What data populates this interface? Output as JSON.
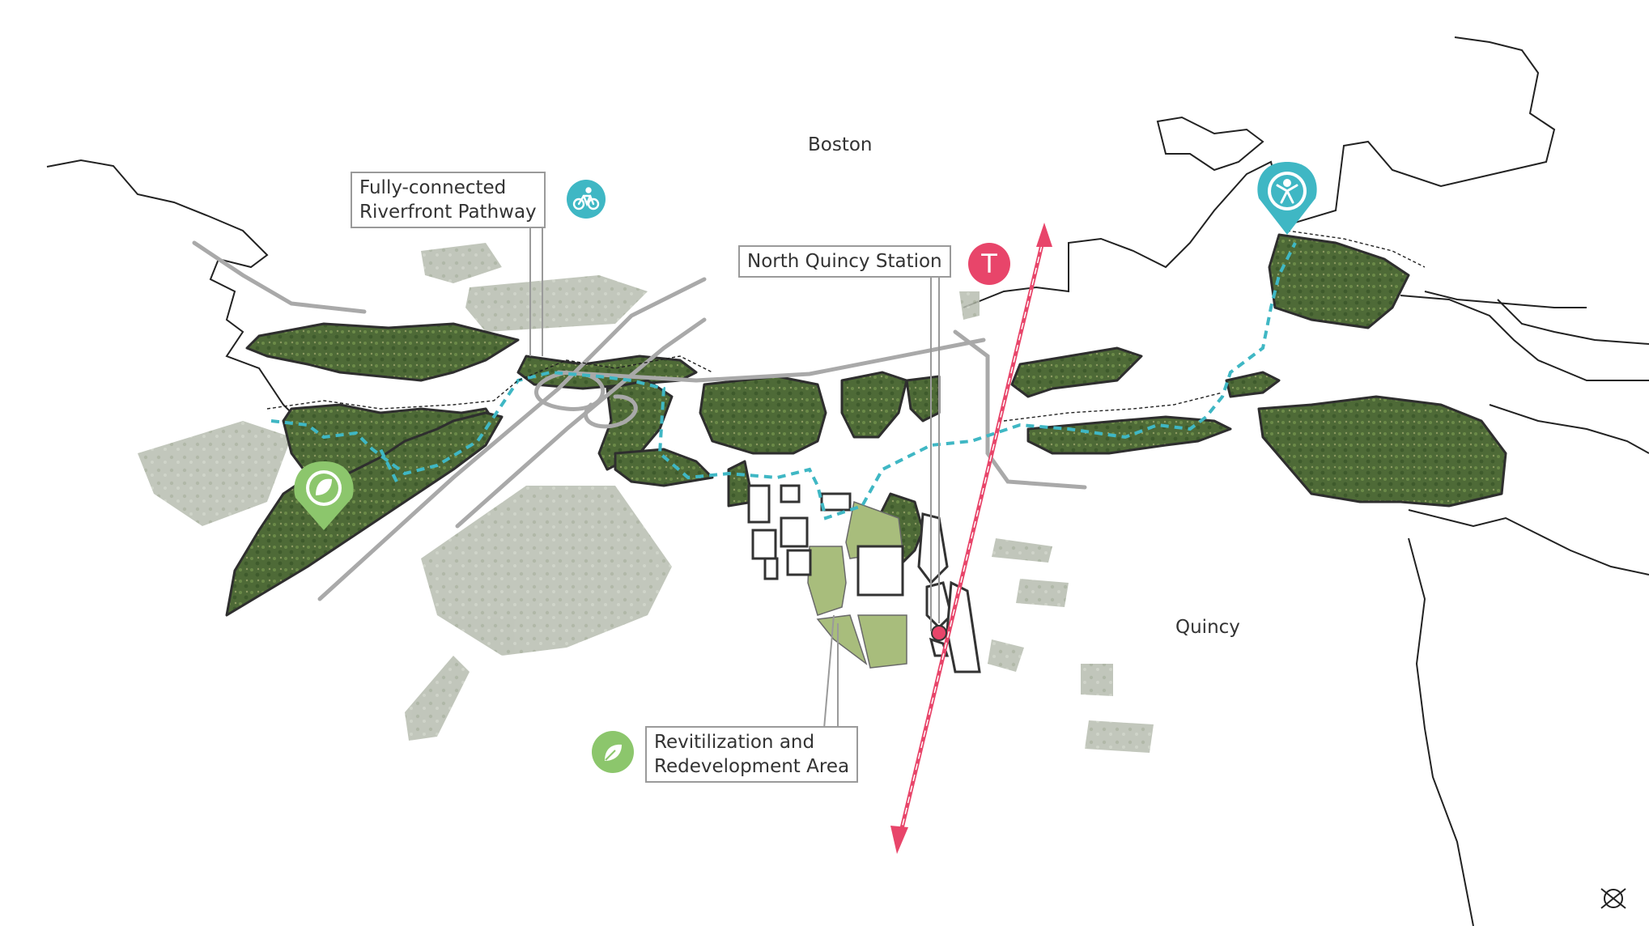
{
  "places": {
    "boston": "Boston",
    "quincy": "Quincy"
  },
  "callouts": {
    "pathway": {
      "line1": "Fully-connected",
      "line2": "Riverfront Pathway"
    },
    "station": {
      "label": "North Quincy Station"
    },
    "revitalization": {
      "line1": "Revitilization and",
      "line2": "Redevelopment Area"
    }
  },
  "icons": {
    "bike": "bicycle-icon",
    "transit": "transit-t-icon",
    "transit_letter": "T",
    "leaf": "leaf-icon",
    "recreation": "recreation-person-icon",
    "north_arrow": "north-arrow-icon"
  },
  "colors": {
    "pathway": "#3fb7c4",
    "rail": "#e8456a",
    "leaf": "#8cc66c",
    "marsh": "#4e6a37",
    "context": "#b9bcb3",
    "road": "#a9a9a9",
    "coast": "#222222"
  }
}
